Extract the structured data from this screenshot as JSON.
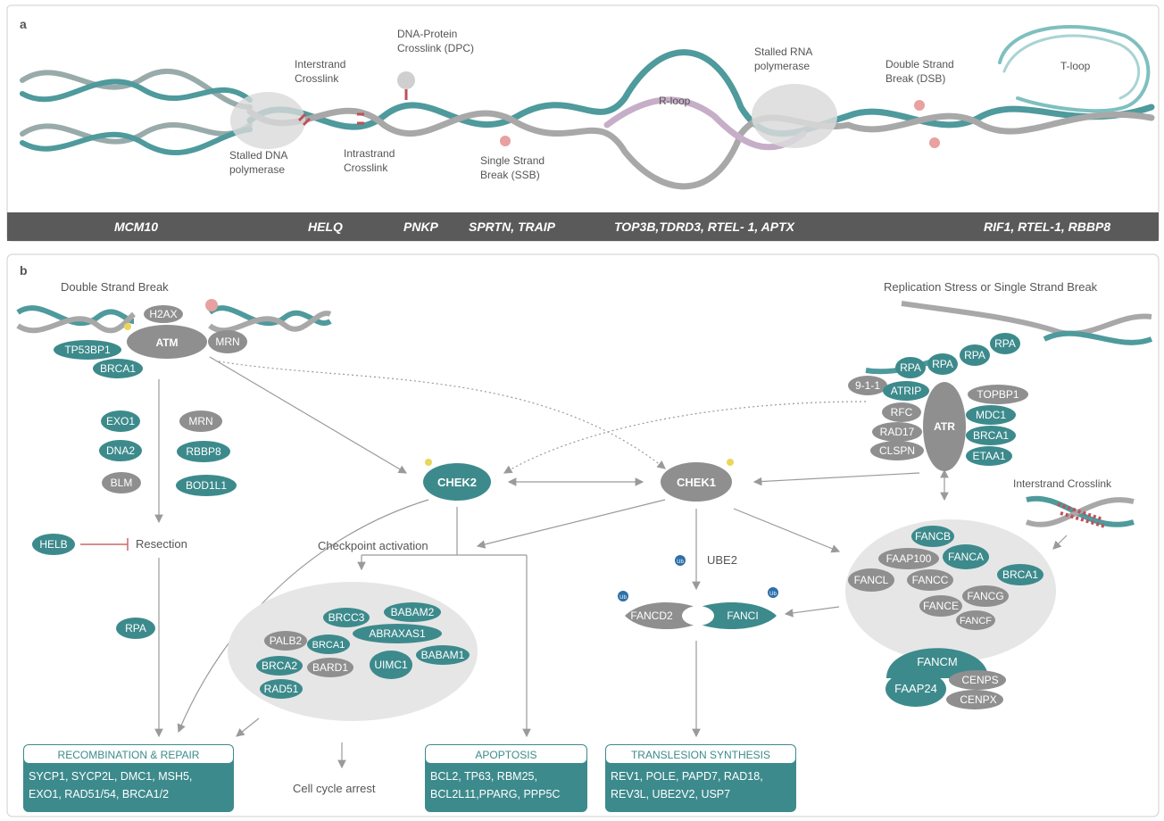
{
  "colors": {
    "teal": "#3d8a8c",
    "teal_light": "#7fbfbf",
    "gray_node": "#8f8f8f",
    "gray_dark_bar": "#5a5a5a",
    "gray_region": "#e6e6e6",
    "damage_pink": "#e8a0a0",
    "phospho_yellow": "#e8d75a",
    "ub_blue": "#2e6fa8"
  },
  "panel_a": {
    "label": "a",
    "lesions": {
      "stalled_dna_pol_1": "Stalled DNA",
      "stalled_dna_pol_2": "polymerase",
      "interstrand_1": "Interstrand",
      "interstrand_2": "Crosslink",
      "dpc_1": "DNA-Protein",
      "dpc_2": "Crosslink (DPC)",
      "intrastrand_1": "Intrastrand",
      "intrastrand_2": "Crosslink",
      "ssb_1": "Single Strand",
      "ssb_2": "Break (SSB)",
      "rloop": "R-loop",
      "stalled_rna_1": "Stalled RNA",
      "stalled_rna_2": "polymerase",
      "dsb_1": "Double Strand",
      "dsb_2": "Break (DSB)",
      "tloop": "T-loop"
    },
    "genes": [
      "MCM10",
      "HELQ",
      "PNKP",
      "SPRTN, TRAIP",
      "TOP3B,TDRD3, RTEL- 1, APTX",
      "RIF1, RTEL-1, RBBP8"
    ]
  },
  "panel_b": {
    "label": "b",
    "dsb_title": "Double Strand Break",
    "rs_title": "Replication Stress or Single Strand Break",
    "icl_title": "Interstrand Crosslink",
    "atm": {
      "center": "ATM",
      "h2ax": "H2AX",
      "mrn": "MRN",
      "tp53bp1": "TP53BP1",
      "brca1": "BRCA1"
    },
    "resection_factors": {
      "exo1": "EXO1",
      "mrn": "MRN",
      "dna2": "DNA2",
      "rbbp8": "RBBP8",
      "blm": "BLM",
      "bod1l1": "BOD1L1"
    },
    "helb": "HELB",
    "resection": "Resection",
    "rpa": "RPA",
    "chek2": "CHEK2",
    "chek1": "CHEK1",
    "checkpoint_activation": "Checkpoint activation",
    "ube2": "UBE2",
    "ub": "Ub",
    "atr": {
      "center": "ATR",
      "rpa_list": [
        "RPA",
        "RPA",
        "RPA",
        "RPA"
      ],
      "left": [
        "9-1-1",
        "ATRIP",
        "RFC",
        "RAD17",
        "CLSPN"
      ],
      "right": [
        "TOPBP1",
        "MDC1",
        "BRCA1",
        "ETAA1"
      ]
    },
    "brca1_complex": [
      "BRCC3",
      "BABAM2",
      "PALB2",
      "BRCA1",
      "ABRAXAS1",
      "BRCA2",
      "BARD1",
      "UIMC1",
      "BABAM1",
      "RAD51"
    ],
    "fancd2": "FANCD2",
    "fanci": "FANCI",
    "fa_core": [
      "FANCB",
      "FAAP100",
      "FANCA",
      "FANCL",
      "FANCC",
      "BRCA1",
      "FANCG",
      "FANCE",
      "FANCF"
    ],
    "fancm": {
      "fancm": "FANCM",
      "faap24": "FAAP24",
      "cenps": "CENPS",
      "cenpx": "CENPX"
    },
    "cell_cycle_arrest": "Cell cycle arrest",
    "boxes": {
      "recombination": {
        "title": "RECOMBINATION & REPAIR",
        "line1": "SYCP1, SYCP2L, DMC1, MSH5,",
        "line2": "EXO1, RAD51/54, BRCA1/2"
      },
      "apoptosis": {
        "title": "APOPTOSIS",
        "line1": "BCL2, TP63, RBM25,",
        "line2": "BCL2L11,PPARG, PPP5C"
      },
      "tls": {
        "title": "TRANSLESION SYNTHESIS",
        "line1": "REV1, POLE, PAPD7, RAD18,",
        "line2": "REV3L, UBE2V2, USP7"
      }
    }
  }
}
